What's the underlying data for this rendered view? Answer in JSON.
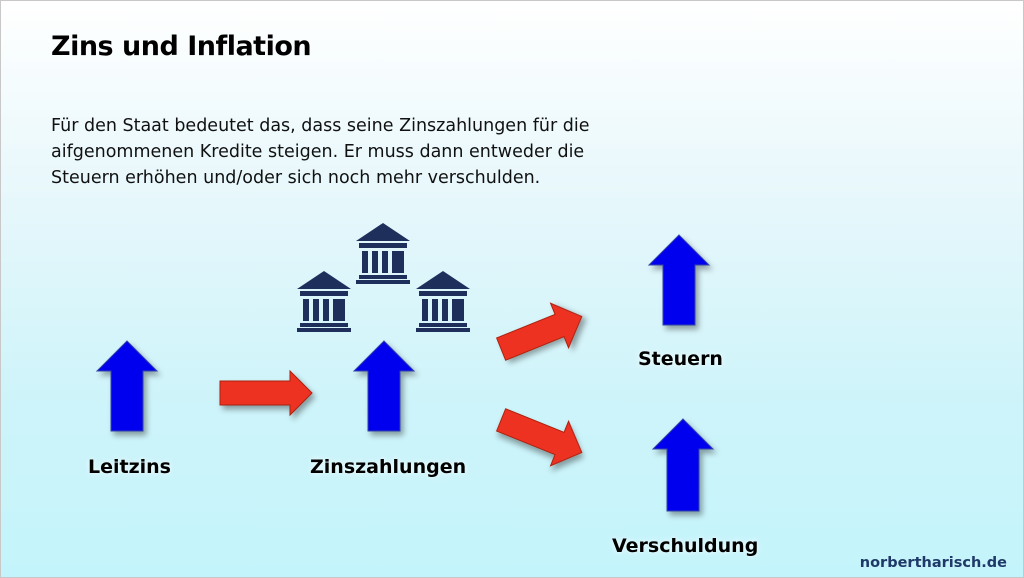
{
  "slide": {
    "title": "Zins und Inflation",
    "body_lines": [
      "Für den Staat bedeutet das, dass seine Zinszahlungen für die",
      "aifgenommenen Kredite steigen. Er muss dann entweder die",
      "Steuern erhöhen und/oder sich noch mehr verschulden."
    ],
    "labels": {
      "leitzins": "Leitzins",
      "zinszahlungen": "Zinszahlungen",
      "steuern": "Steuern",
      "verschuldung": "Verschuldung"
    },
    "footer": "norbertharisch.de"
  },
  "colors": {
    "up_arrow": "#0000ee",
    "flow_arrow": "#ee3322",
    "bank_icon": "#1e2f5c"
  },
  "icons": [
    "bank-icon",
    "bank-icon",
    "bank-icon"
  ]
}
